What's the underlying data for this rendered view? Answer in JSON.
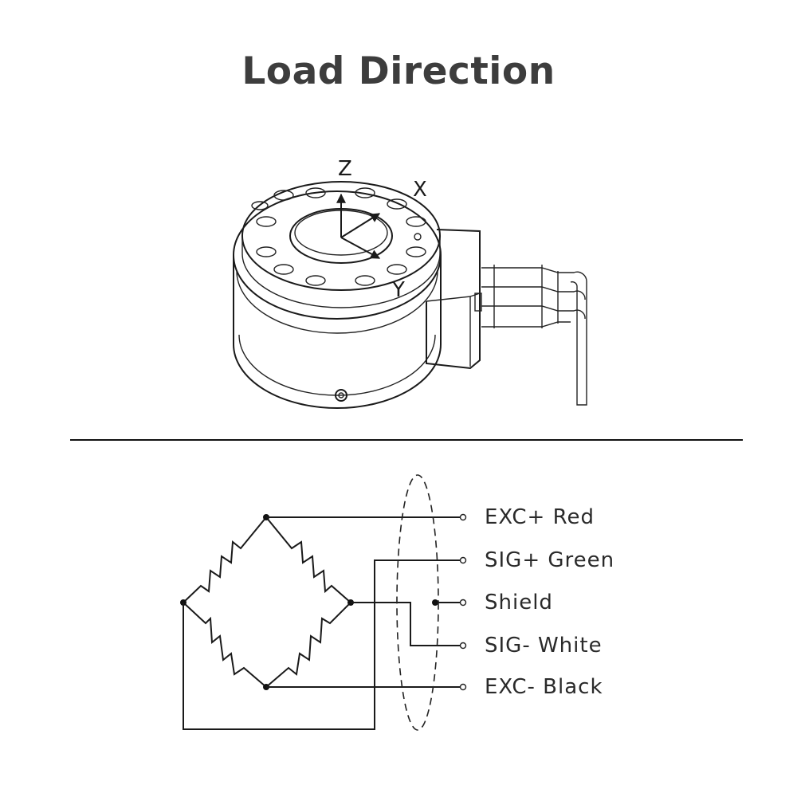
{
  "title": "Load Direction",
  "axes": {
    "z": "Z",
    "x": "X",
    "y": "Y"
  },
  "wiring": [
    {
      "signal": "EXC+",
      "color": "Red"
    },
    {
      "signal": "SIG+",
      "color": "Green"
    },
    {
      "signal": "Shield",
      "color": ""
    },
    {
      "signal": "SIG-",
      "color": "White"
    },
    {
      "signal": "EXC-",
      "color": "Black"
    }
  ]
}
